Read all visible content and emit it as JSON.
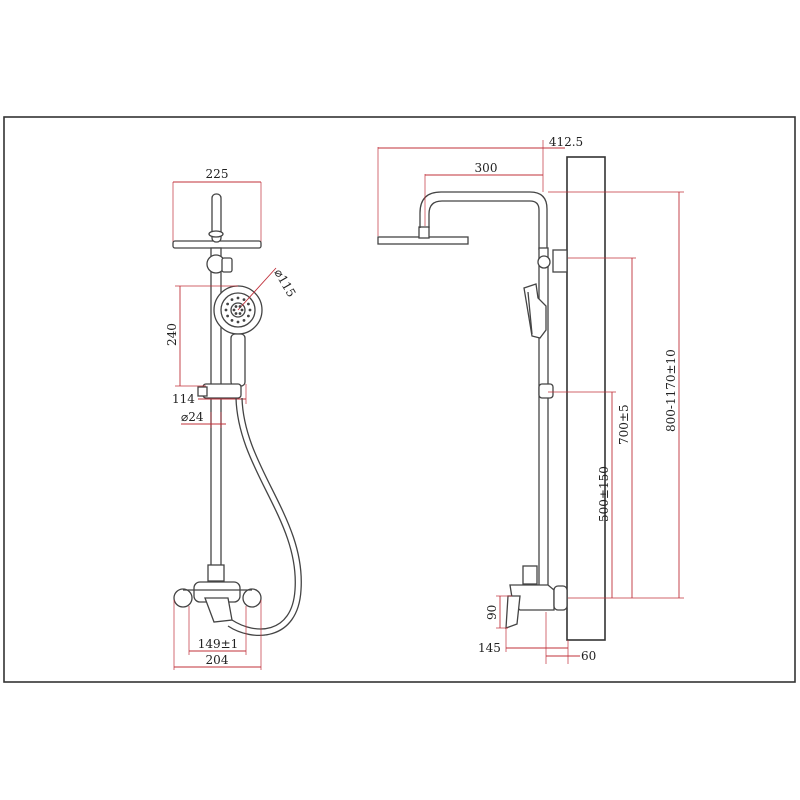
{
  "front_view": {
    "dimensions": {
      "head_width": "225",
      "handshower_diameter": "⌀115",
      "height_240": "240",
      "bracket_114": "114",
      "rail_diameter": "⌀24",
      "centers": "149±1",
      "mixer_width": "204"
    }
  },
  "side_view": {
    "dimensions": {
      "arm_reach": "412.5",
      "arm_300": "300",
      "height_total": "800-1170±10",
      "height_700": "700±5",
      "height_500": "500±150",
      "mixer_90": "90",
      "mixer_145": "145",
      "wall_60": "60"
    }
  },
  "colors": {
    "dimension_lines": "#c0303a",
    "outline": "#444444"
  }
}
